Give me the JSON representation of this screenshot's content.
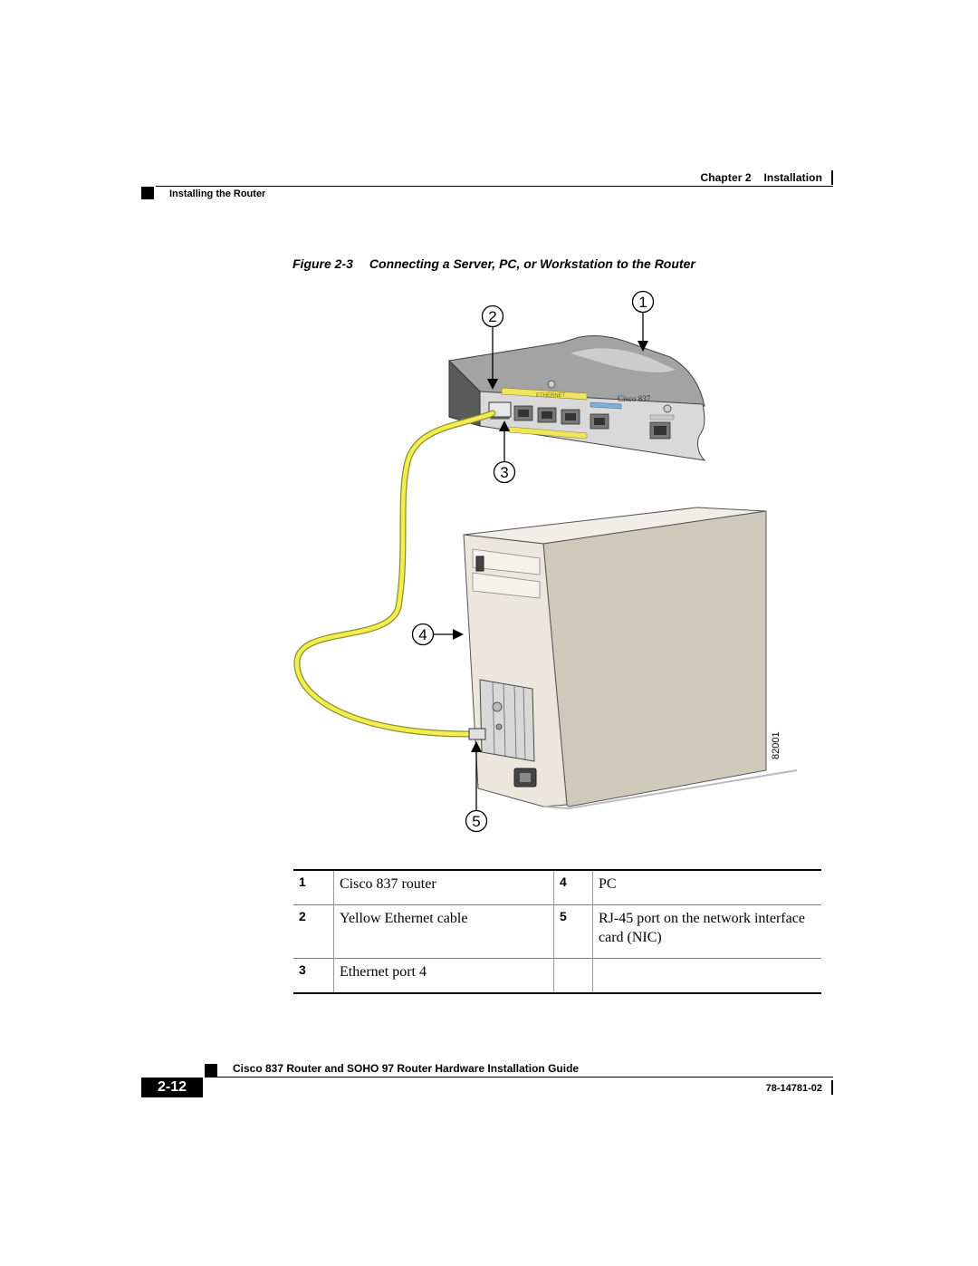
{
  "header": {
    "chapter": "Chapter 2",
    "chapter_title": "Installation",
    "section": "Installing the Router"
  },
  "figure": {
    "number": "Figure 2-3",
    "title": "Connecting a Server, PC, or Workstation to the Router",
    "figure_id": "82001",
    "device_label": "Cisco 837",
    "callouts": [
      "1",
      "2",
      "3",
      "4",
      "5"
    ],
    "colors": {
      "cable": "#f3ee50",
      "cable_edge": "#9a9a2c",
      "router_top": "#9c9c9c",
      "router_front": "#d5d5d5",
      "pc_front": "#e9e5db",
      "pc_side": "#cfc9bc"
    }
  },
  "legend": [
    {
      "n1": "1",
      "t1": "Cisco 837 router",
      "n2": "4",
      "t2": "PC"
    },
    {
      "n1": "2",
      "t1": "Yellow Ethernet cable",
      "n2": "5",
      "t2": "RJ-45 port on the network interface card (NIC)"
    },
    {
      "n1": "3",
      "t1": "Ethernet port 4",
      "n2": "",
      "t2": ""
    }
  ],
  "footer": {
    "guide_title": "Cisco 837 Router and SOHO 97 Router Hardware Installation Guide",
    "page_number": "2-12",
    "doc_number": "78-14781-02"
  }
}
